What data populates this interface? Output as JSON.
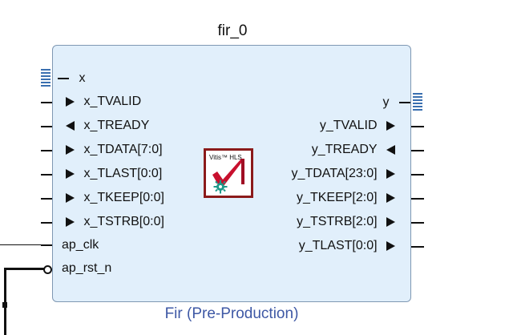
{
  "block": {
    "instance_name": "fir_0",
    "ip_name": "Fir (Pre-Production)",
    "logo_text": "Vitis™ HLS",
    "inputs": {
      "bus": "x",
      "tvalid": "x_TVALID",
      "tready": "x_TREADY",
      "tdata": "x_TDATA[7:0]",
      "tlast": "x_TLAST[0:0]",
      "tkeep": "x_TKEEP[0:0]",
      "tstrb": "x_TSTRB[0:0]",
      "clk": "ap_clk",
      "rst": "ap_rst_n"
    },
    "outputs": {
      "bus": "y",
      "tvalid": "y_TVALID",
      "tready": "y_TREADY",
      "tdata": "y_TDATA[23:0]",
      "tkeep": "y_TKEEP[2:0]",
      "tstrb": "y_TSTRB[2:0]",
      "tlast": "y_TLAST[0:0]"
    }
  },
  "colors": {
    "block_fill": "#e1effb",
    "block_border": "#7f98b3",
    "subtitle": "#3e58a5",
    "logo_border": "#8b1a1a",
    "bus_icon": "#3a6fb0"
  }
}
